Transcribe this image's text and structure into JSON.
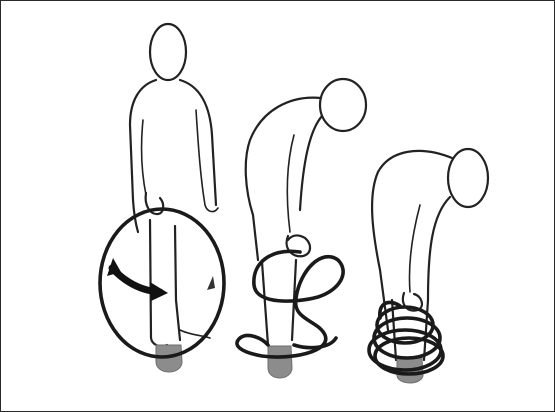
{
  "figure": {
    "panels": [
      {
        "step": 1,
        "pose": "standing",
        "coil_state": "large-loop",
        "direction_arrow": "clockwise"
      },
      {
        "step": 2,
        "pose": "bending",
        "coil_state": "figure-eight-twist"
      },
      {
        "step": 3,
        "pose": "bending-low",
        "coil_state": "stacked-small-loops"
      }
    ],
    "colors": {
      "outline": "#222222",
      "coil": "#1a1a1a",
      "feet": "#8c8c8c",
      "background": "#ffffff",
      "frame": "#2a2a2a"
    }
  }
}
